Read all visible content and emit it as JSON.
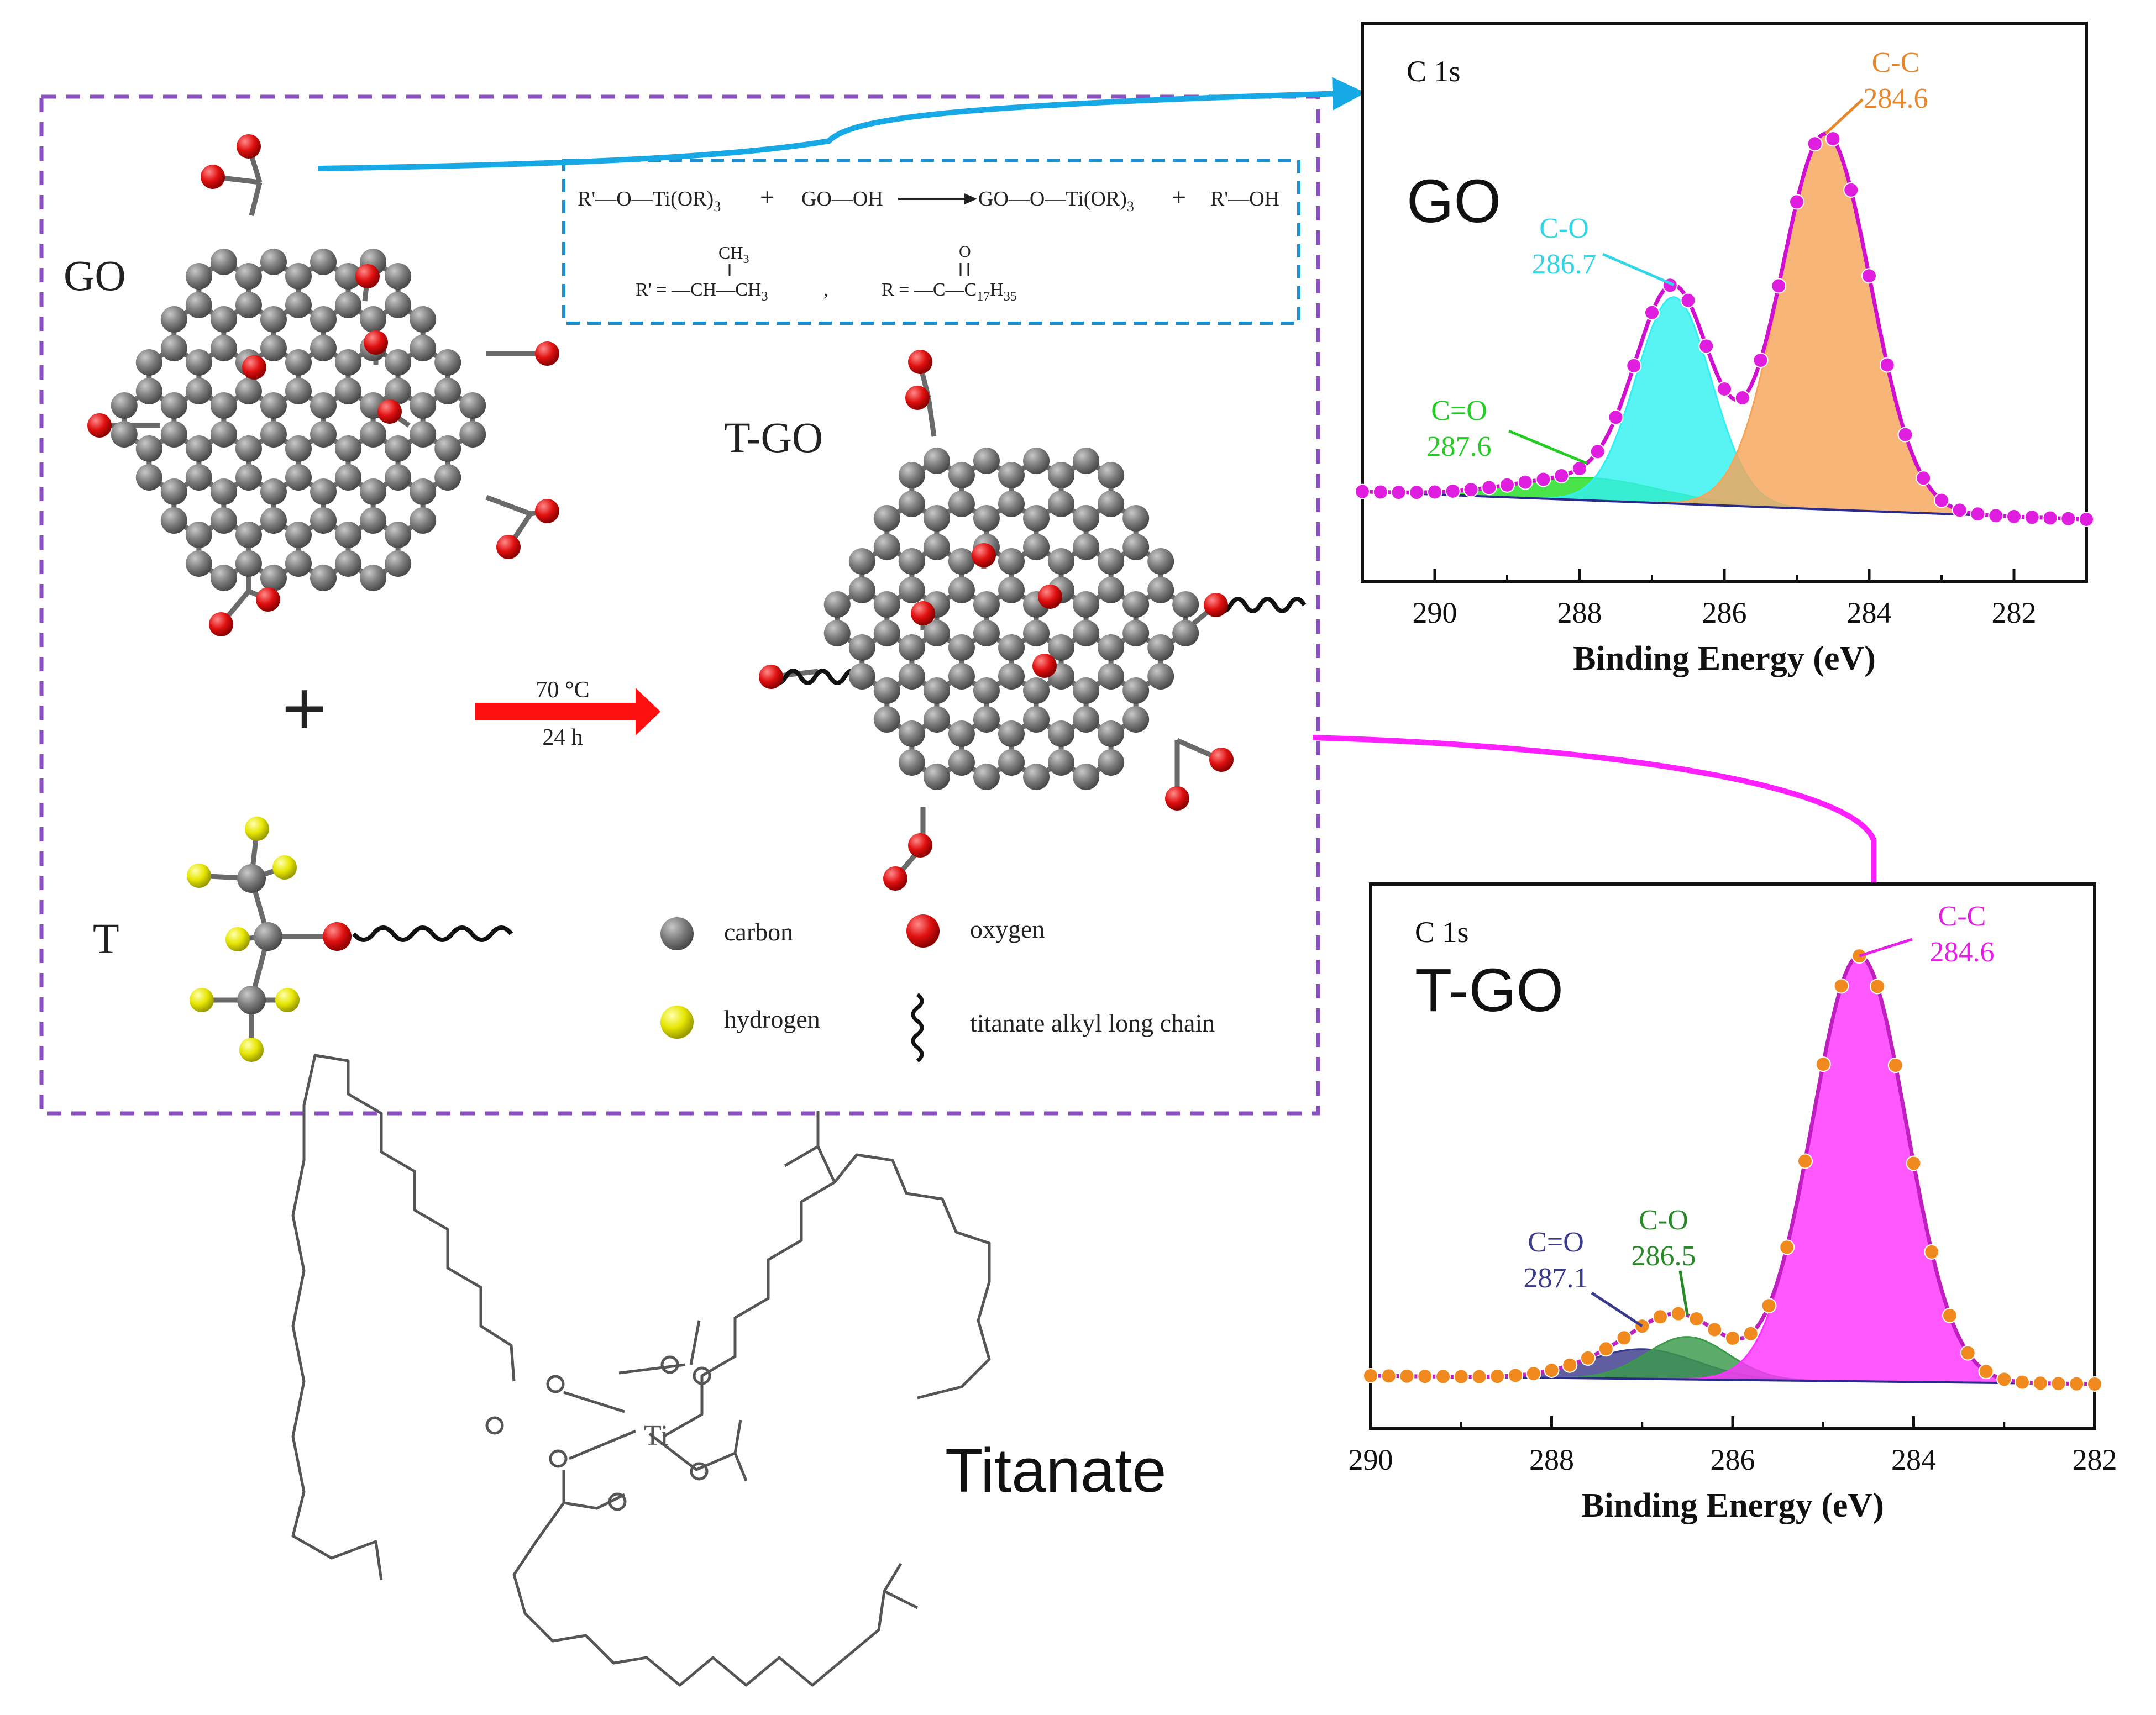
{
  "colors": {
    "carbon": "#7d7d7d",
    "oxygen": "#e01010",
    "hydrogen": "#e6e600",
    "frame": "#8a4fc0",
    "eqbox": "#1f8fd0",
    "arrow_go": "#17a8e6",
    "arrow_tgo": "#ff1fff",
    "reaction_arrow": "#ff1010",
    "cc_go": "#f5a55a",
    "co_go": "#33f0f0",
    "cdo_go": "#22dd22",
    "fit_go": "#d10fd1",
    "pts_go": "#e01ee0",
    "cc_tgo": "#ff33ff",
    "co_tgo": "#3a9a4a",
    "cdo_tgo": "#3a3a8c",
    "pts_tgo": "#f08a1e"
  },
  "labels": {
    "go": "GO",
    "tgo": "T-GO",
    "t": "T",
    "plus": "+",
    "titanate": "Titanate",
    "condition_temp": "70 °C",
    "condition_time": "24 h"
  },
  "equation": {
    "lhs1": "R'—O—Ti",
    "lhs1_sub": "(OR)",
    "lhs1_n": "3",
    "plus1": "+",
    "lhs2": "GO—OH",
    "rhs1": "GO—O—Ti",
    "rhs1_sub": "(OR)",
    "rhs1_n": "3",
    "plus2": "+",
    "rhs2": "R'—OH",
    "r1_prefix": "R' = —CH—CH",
    "r1_sub": "3",
    "r1_top": "CH",
    "r1_top_sub": "3",
    "comma": ",",
    "r2_prefix": "R = —C—C",
    "r2_sub1": "17",
    "r2_mid": "H",
    "r2_sub2": "35",
    "r2_top": "O"
  },
  "legend": [
    {
      "key": "carbon",
      "label": "carbon"
    },
    {
      "key": "oxygen",
      "label": "oxygen"
    },
    {
      "key": "hydrogen",
      "label": "hydrogen"
    },
    {
      "key": "chain",
      "label": "titanate alkyl long chain"
    }
  ],
  "chart_data": [
    {
      "type": "area",
      "title": "GO",
      "subtitle": "C 1s",
      "xlabel": "Binding Energy (eV)",
      "ylabel": "",
      "xlim": [
        291,
        281
      ],
      "x_ticks": [
        "290",
        "288",
        "286",
        "284",
        "282"
      ],
      "peaks": [
        {
          "name": "C-C",
          "position_label": "284.6",
          "center": 284.6,
          "height": 1.0,
          "sigma": 0.62
        },
        {
          "name": "C-O",
          "position_label": "286.7",
          "center": 286.7,
          "height": 0.55,
          "sigma": 0.52
        },
        {
          "name": "C=O",
          "position_label": "287.6",
          "center": 287.9,
          "height": 0.06,
          "sigma": 1.0
        }
      ]
    },
    {
      "type": "area",
      "title": "T-GO",
      "subtitle": "C 1s",
      "xlabel": "Binding Energy (eV)",
      "ylabel": "",
      "xlim": [
        290,
        282
      ],
      "x_ticks": [
        "290",
        "288",
        "286",
        "284",
        "282"
      ],
      "peaks": [
        {
          "name": "C-C",
          "position_label": "284.6",
          "center": 284.6,
          "height": 1.0,
          "sigma": 0.52
        },
        {
          "name": "C-O",
          "position_label": "286.5",
          "center": 286.5,
          "height": 0.1,
          "sigma": 0.45
        },
        {
          "name": "C=O",
          "position_label": "287.1",
          "center": 287.0,
          "height": 0.07,
          "sigma": 0.6
        }
      ]
    }
  ]
}
